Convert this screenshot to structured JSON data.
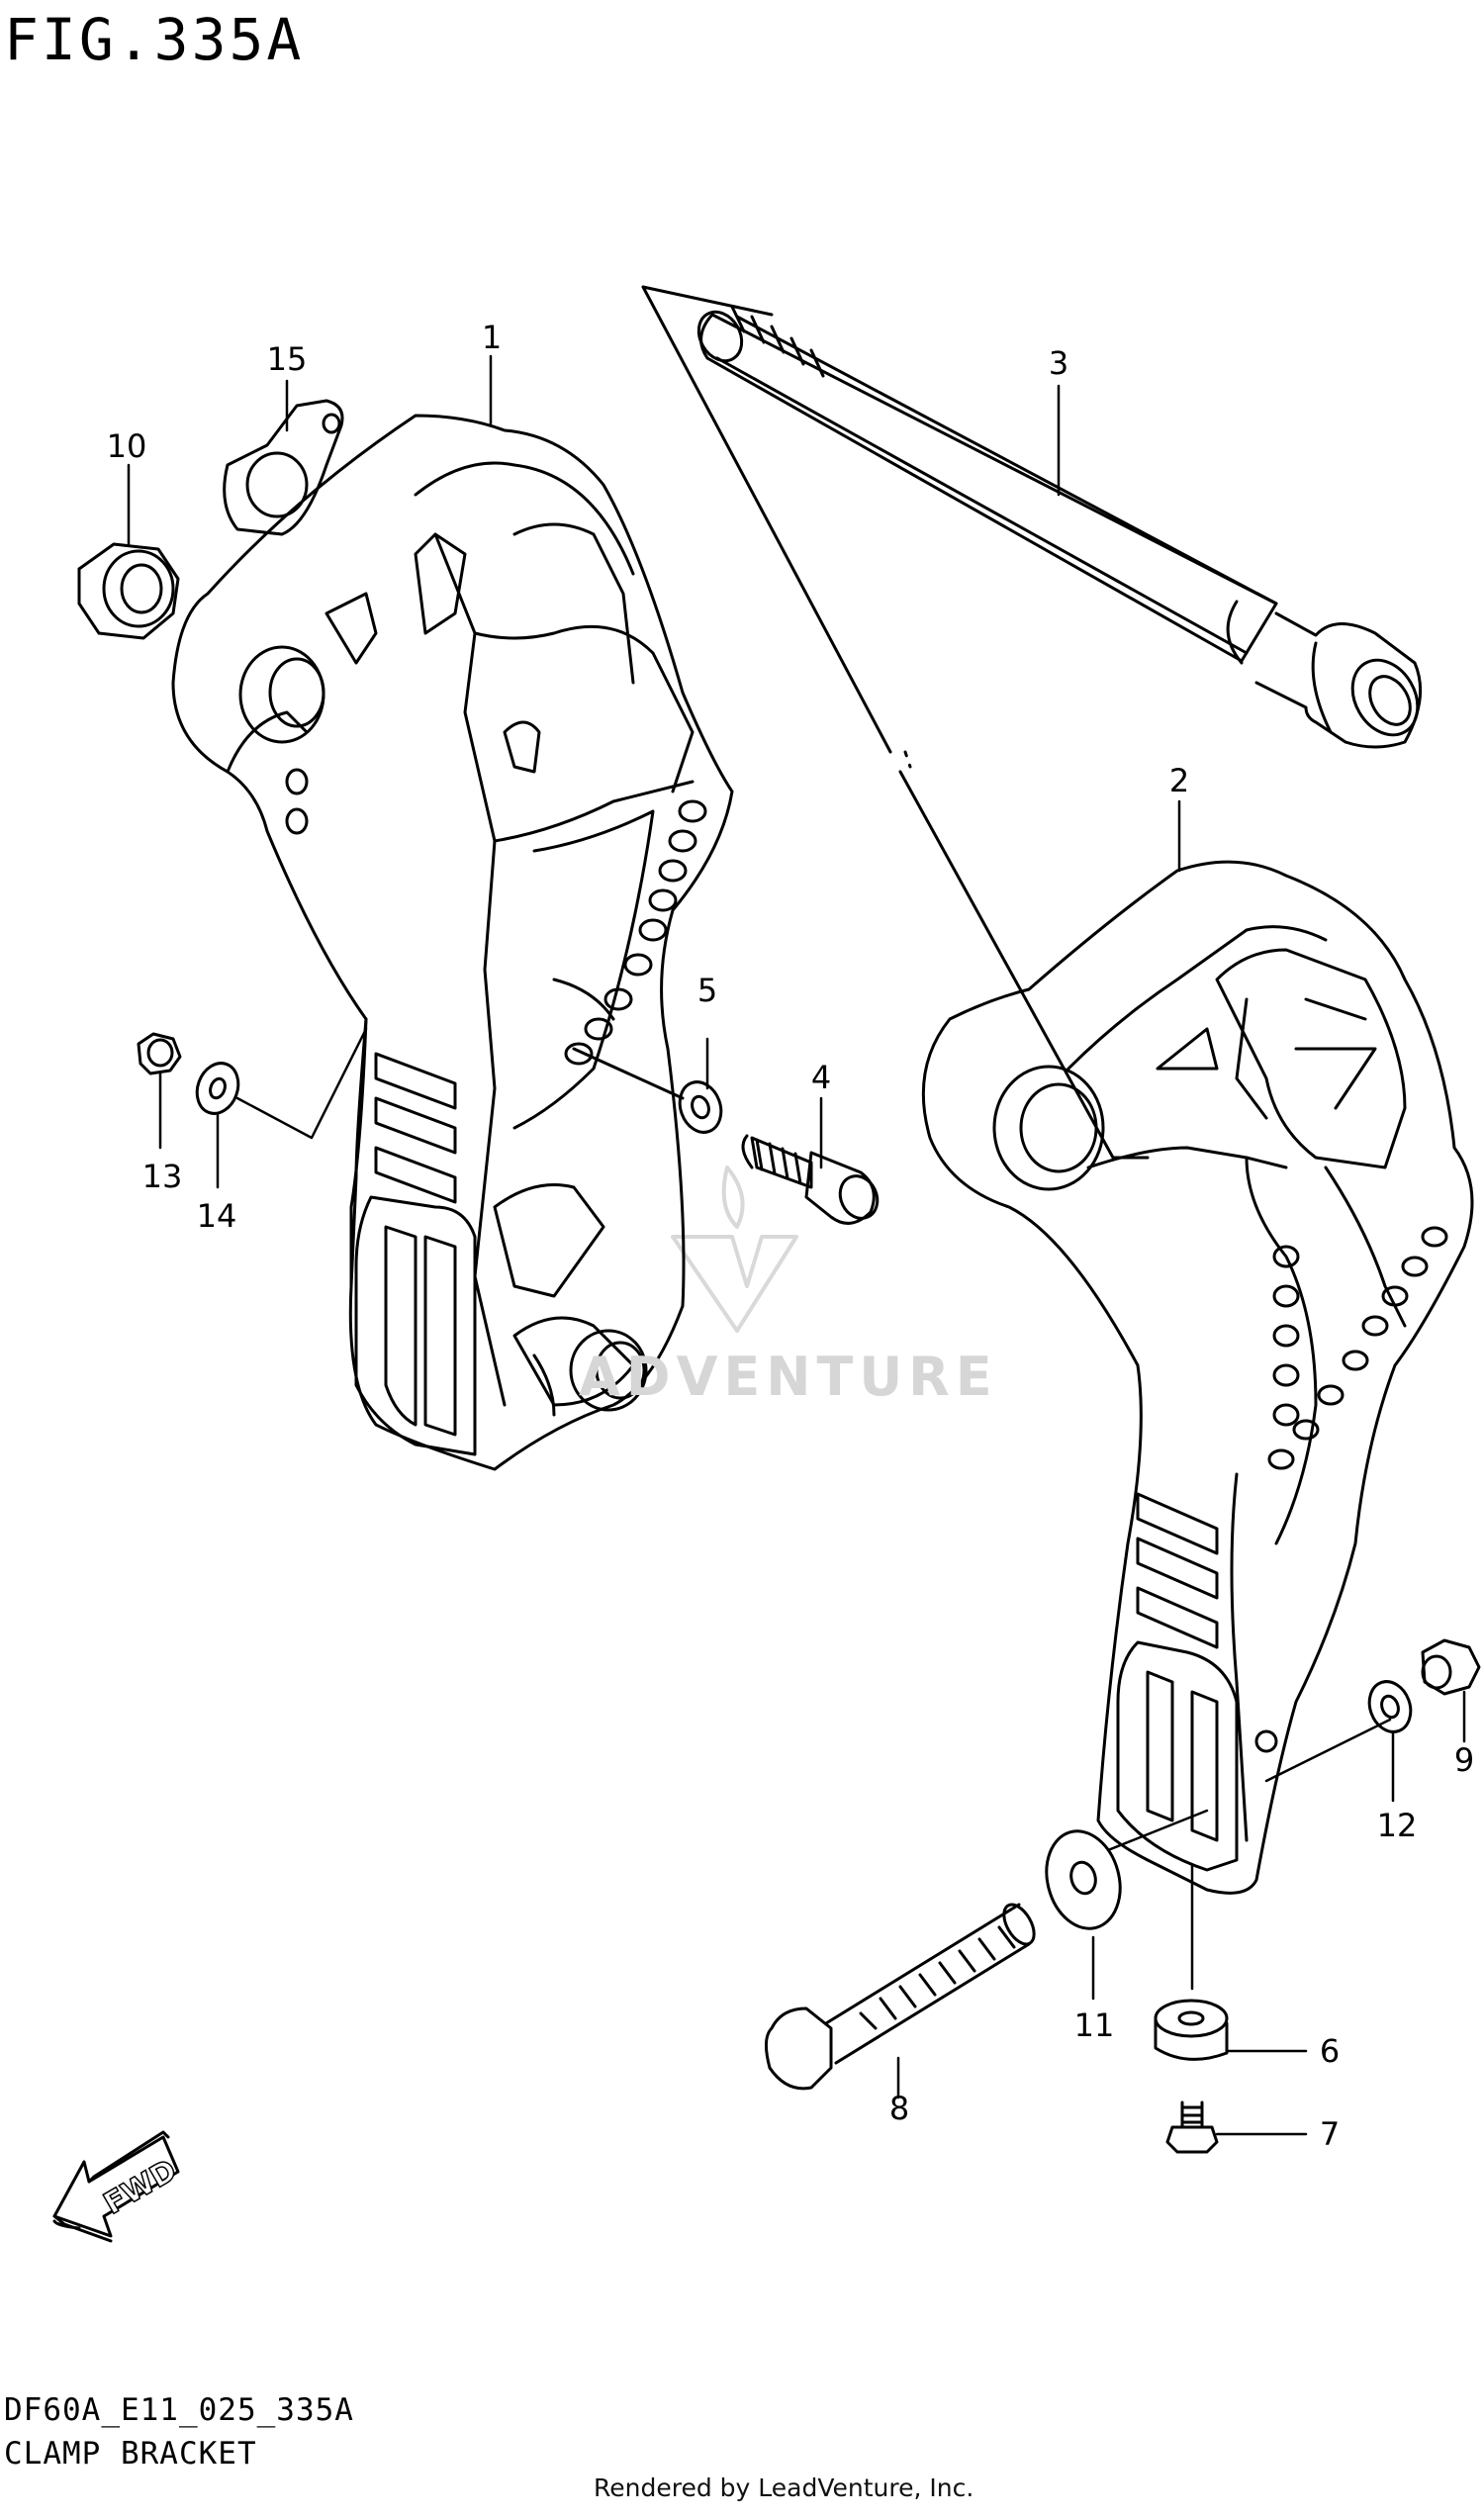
{
  "figure": {
    "title": "FIG.335A",
    "ref_code": "DF60A_E11_025_335A",
    "name": "CLAMP BRACKET",
    "rendered_by": "Rendered by LeadVenture, Inc.",
    "watermark": "ADVENTURE",
    "fwd_label": "FWD"
  },
  "callouts": [
    {
      "id": "1",
      "label": "1"
    },
    {
      "id": "2",
      "label": "2"
    },
    {
      "id": "3",
      "label": "3"
    },
    {
      "id": "4",
      "label": "4"
    },
    {
      "id": "5",
      "label": "5"
    },
    {
      "id": "6",
      "label": "6"
    },
    {
      "id": "7",
      "label": "7"
    },
    {
      "id": "8",
      "label": "8"
    },
    {
      "id": "9",
      "label": "9"
    },
    {
      "id": "10",
      "label": "10"
    },
    {
      "id": "11",
      "label": "11"
    },
    {
      "id": "12",
      "label": "12"
    },
    {
      "id": "13",
      "label": "13"
    },
    {
      "id": "14",
      "label": "14"
    },
    {
      "id": "15",
      "label": "15"
    }
  ],
  "colors": {
    "line": "#000000",
    "background": "#ffffff",
    "watermark": "#c8c8c8"
  }
}
